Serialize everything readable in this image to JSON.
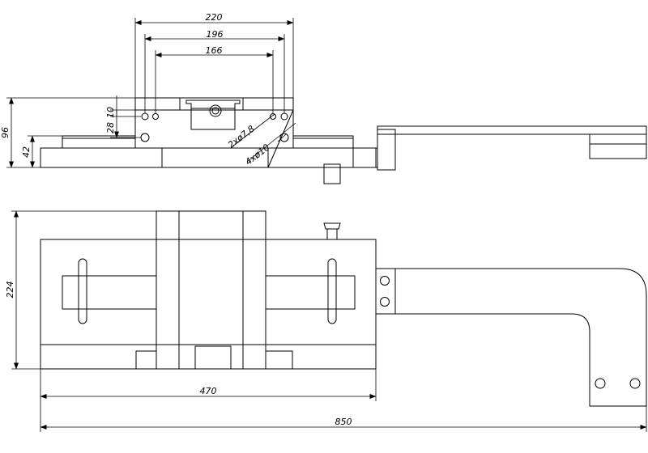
{
  "drawing": {
    "dimensions": {
      "top_width_220": "220",
      "top_width_196": "196",
      "top_width_166": "166",
      "height_96": "96",
      "height_42": "42",
      "hole_gap_28": "28",
      "hole_gap_10": "10",
      "holes_small": "2xø7,8",
      "holes_large": "4xø10",
      "height_224": "224",
      "width_470": "470",
      "width_850": "850"
    }
  }
}
